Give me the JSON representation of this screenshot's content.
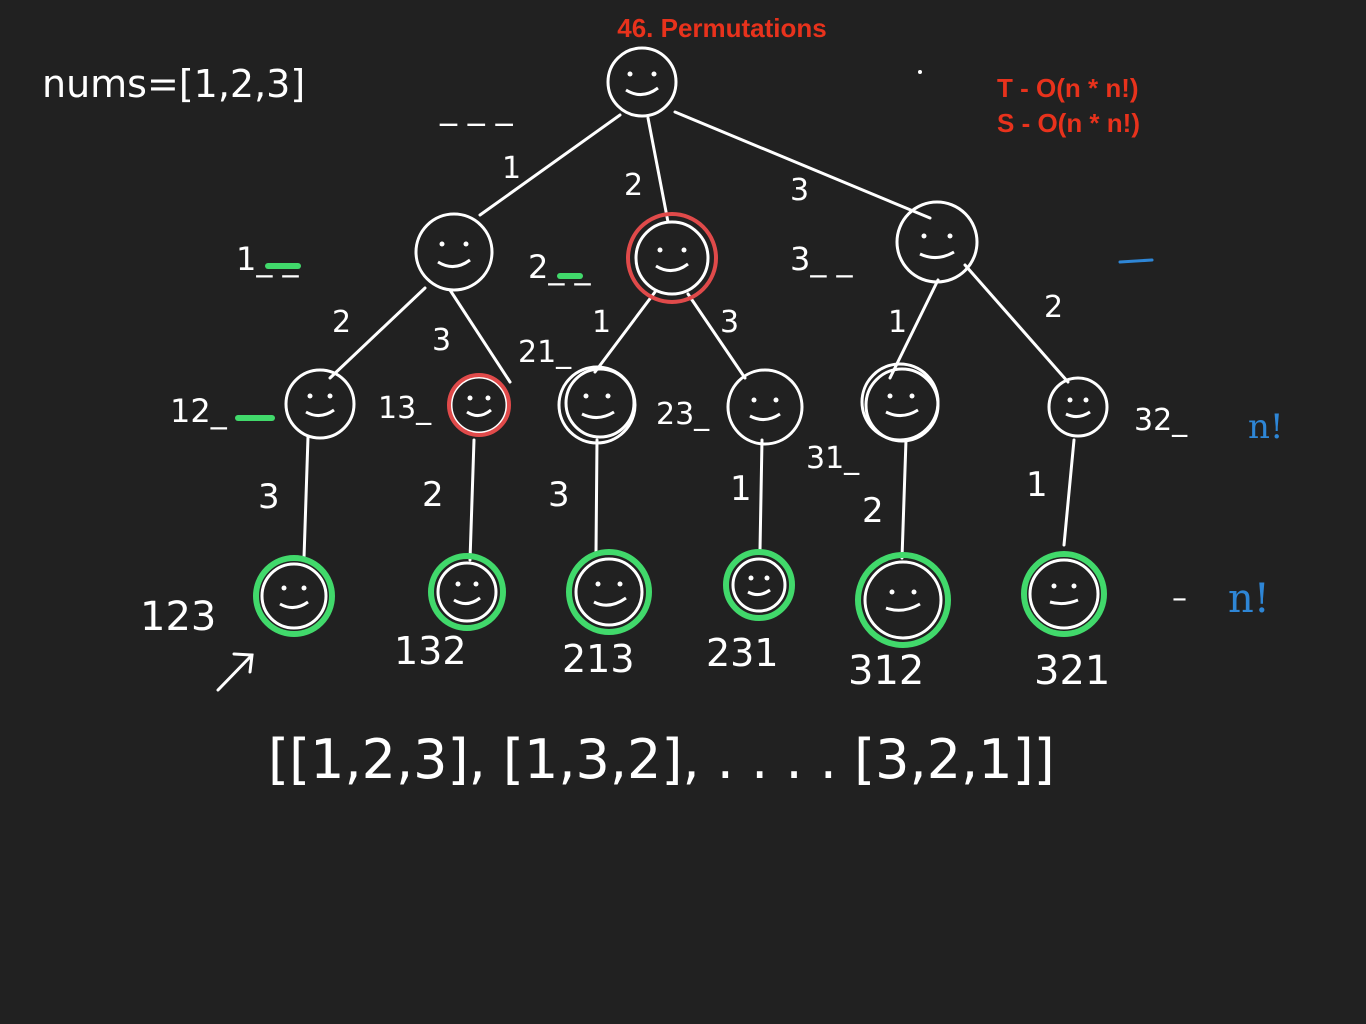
{
  "title": "46. Permutations",
  "nums_label": "nums=[1,2,3]",
  "complexity": {
    "time": "T - O(n * n!)",
    "space": "S - O(n * n!)"
  },
  "colors": {
    "background": "#212121",
    "title": "#e8321c",
    "ink": "#ffffff",
    "highlight_green": "#41d96b",
    "highlight_red": "#e04a4a",
    "annotation_blue": "#2e86d6"
  },
  "tree": {
    "root_slots": "_ _ _",
    "level1_edges": [
      "1",
      "2",
      "3"
    ],
    "level1_prefixes": [
      "1_ _",
      "2_ _",
      "3_ _"
    ],
    "level2_edges": [
      "2",
      "3",
      "1",
      "3",
      "1",
      "2"
    ],
    "level2_prefixes": [
      "12_",
      "13_",
      "21_",
      "23_",
      "31_",
      "32_"
    ],
    "level3_edges": [
      "3",
      "2",
      "3",
      "1",
      "2",
      "1"
    ],
    "leaf_labels": [
      "123",
      "132",
      "213",
      "231",
      "312",
      "321"
    ]
  },
  "annotations": {
    "level2_count": "n!",
    "leaf_count": "n!"
  },
  "result_line": "[[1,2,3], [1,3,2], . . . . [3,2,1]]"
}
